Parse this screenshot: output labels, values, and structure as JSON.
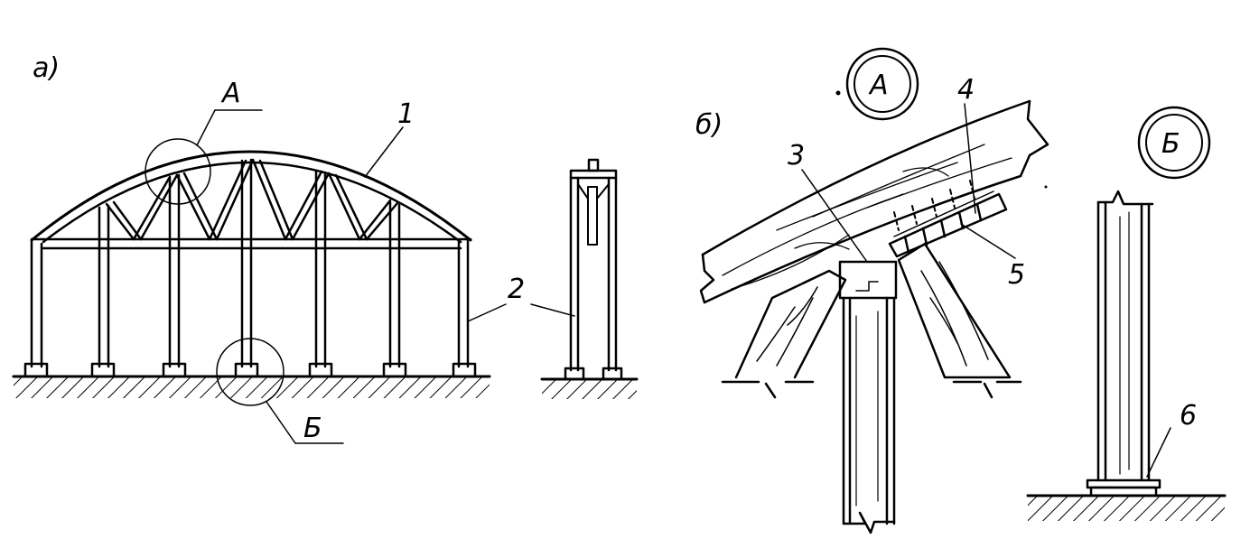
{
  "figure": {
    "panel_a_label": "а)",
    "panel_b_label": "б)",
    "callout_a": "А",
    "callout_b": "Б",
    "detail_a_title": "А",
    "detail_b_title": "Б",
    "part_1": "1",
    "part_2": "2",
    "part_3": "3",
    "part_4": "4",
    "part_5": "5",
    "part_6": "6"
  },
  "colors": {
    "ink": "#000000",
    "paper": "#ffffff"
  }
}
